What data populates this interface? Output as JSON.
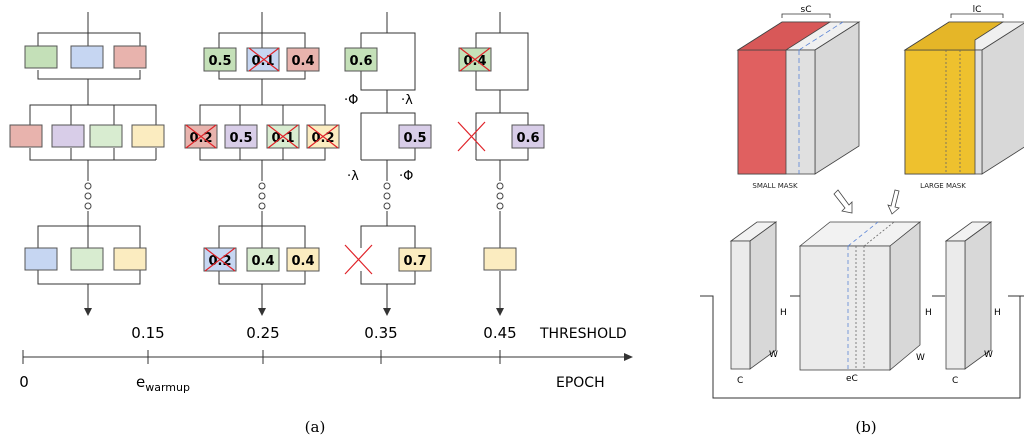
{
  "panel_a": {
    "caption": "(a)",
    "col1": {
      "row1": [
        "",
        "",
        ""
      ],
      "row2": [
        "",
        "",
        "",
        ""
      ],
      "row3": [
        "",
        "",
        ""
      ]
    },
    "col2": {
      "row1": [
        "0.5",
        "0.1",
        "0.4"
      ],
      "row2": [
        "0.2",
        "0.5",
        "0.1",
        "0.2"
      ],
      "row3": [
        "0.2",
        "0.4",
        "0.4"
      ]
    },
    "col3": {
      "row1": [
        "0.6"
      ],
      "row2": [
        "0.5"
      ],
      "row3": [
        "0.7"
      ],
      "phi_top": "·Φ",
      "lambda_top": "·λ",
      "lambda_bot": "·λ",
      "phi_bot": "·Φ"
    },
    "col4": {
      "row1": [
        "0.4"
      ],
      "row2": [
        "0.6"
      ]
    },
    "thresholds": [
      "0.15",
      "0.25",
      "0.35",
      "0.45"
    ],
    "threshold_label": "THRESHOLD",
    "epoch_start": "0",
    "epoch_warmup_base": "e",
    "epoch_warmup_sub": "warmup",
    "epoch_label": "EPOCH",
    "colors": {
      "green": "#c4e0b8",
      "blue": "#c6d6f2",
      "red": "#e8b3ad",
      "purple": "#d8cde8",
      "lightgreen": "#d8ecd0",
      "yellow": "#fbecc0",
      "cross": "#e0242a"
    }
  },
  "panel_b": {
    "caption": "(b)",
    "sc_label": "sC",
    "lc_label": "lC",
    "small_mask": "SMALL MASK",
    "large_mask": "LARGE MASK",
    "h": "H",
    "w": "W",
    "c": "C",
    "ec": "eC",
    "colors": {
      "red": "#e06060",
      "yellow": "#eec12e",
      "gray": "#e0e0e0",
      "blue": "#5b84d6"
    }
  }
}
